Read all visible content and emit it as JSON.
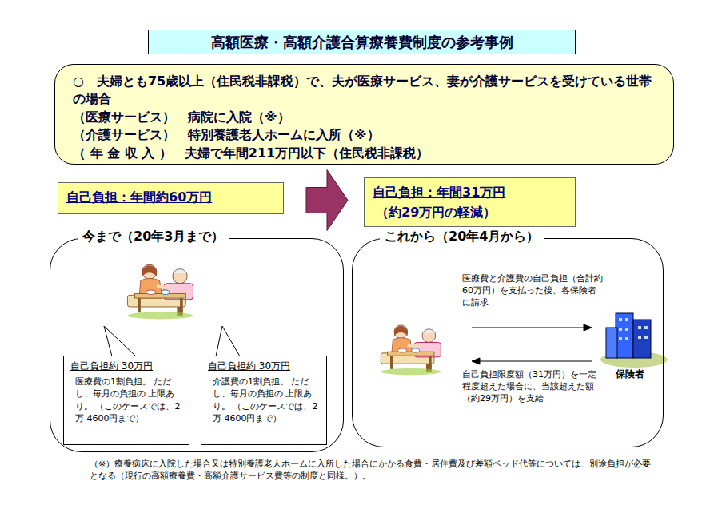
{
  "diagram": {
    "title": "高額医療・高額介護合算療養費制度の参考事例",
    "nodes": [
      {
        "text": [
          "○　夫婦とも75歳以上（住民税非課税）で、夫が医療サービス、妻が介護サービスを受けている世帯の場合",
          "（医療サービス）　病院に入院（※）",
          "（介護サービス）　特別養護老人ホームに入所（※）",
          "（ 年 金 収 入 ）　夫婦で年間211万円以下（住民税非課税）"
        ]
      },
      {
        "text": [
          "自己負担：年間約60万円"
        ]
      },
      {
        "text": [
          "自己負担：年間31万円",
          "（約29万円の軽減）"
        ]
      },
      {
        "text": [
          "今まで（20年3月まで）"
        ]
      },
      {
        "text": [
          "自己負担約 30万円",
          "医療費の1割負担。 ただし、毎月の負担の 上限あり。 （このケースでは、2万 4600円まで）"
        ],
        "in": 3
      },
      {
        "text": [
          "自己負担約 30万円",
          "介護費の1割負担。 ただし、毎月の負担の 上限あり。 （このケースでは、2万 4600円まで）"
        ],
        "in": 3
      },
      {
        "text": [
          "これから（20年4月から）"
        ]
      }
    ],
    "edges": [
      {
        "from": 1,
        "to": 2,
        "arrow": "to"
      }
    ],
    "labels": [
      "医療費と介護費の自己負担（合計約60万円）を支払った後、各保険者に請求",
      "自己負担限度額（31万円）を一定程度超えた場合に、当該超えた額（約29万円）を支給",
      "保険者",
      "（※）療養病床に入院した場合又は特別養護老人ホームに入所した場合にかかる食費・居住費及び差額ベッド代等については、別途負担が必要となる（現行の高額療養費・高額介護サービス費等の制度と同様。）。"
    ]
  }
}
